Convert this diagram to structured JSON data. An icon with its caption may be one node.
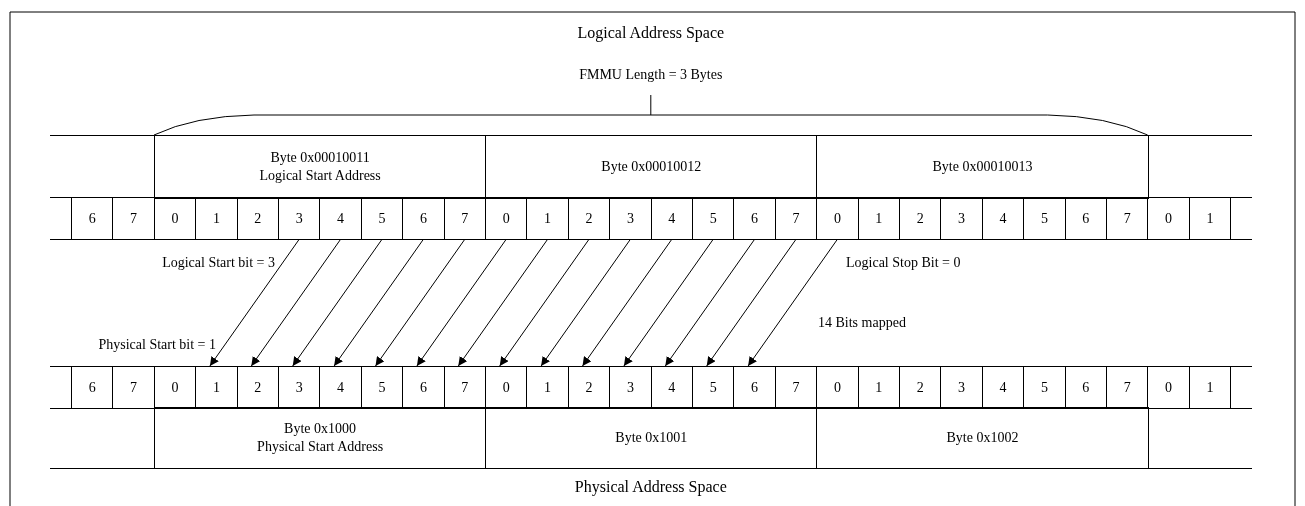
{
  "diagram": {
    "title": "Logical Address Space",
    "caption": "Physical Address Space",
    "nodes": [
      {
        "text": [
          "Byte 0x00010011",
          "Logical Start Address"
        ]
      },
      {
        "text": [
          "Byte 0x00010012"
        ]
      },
      {
        "text": [
          "Byte 0x00010013"
        ]
      },
      {
        "text": [
          "6"
        ]
      },
      {
        "text": [
          "7"
        ]
      },
      {
        "text": [
          "0"
        ]
      },
      {
        "text": [
          "1"
        ]
      },
      {
        "text": [
          "2"
        ]
      },
      {
        "text": [
          "3"
        ]
      },
      {
        "text": [
          "4"
        ]
      },
      {
        "text": [
          "5"
        ]
      },
      {
        "text": [
          "6"
        ]
      },
      {
        "text": [
          "7"
        ]
      },
      {
        "text": [
          "0"
        ]
      },
      {
        "text": [
          "1"
        ]
      },
      {
        "text": [
          "2"
        ]
      },
      {
        "text": [
          "3"
        ]
      },
      {
        "text": [
          "4"
        ]
      },
      {
        "text": [
          "5"
        ]
      },
      {
        "text": [
          "6"
        ]
      },
      {
        "text": [
          "7"
        ]
      },
      {
        "text": [
          "0"
        ]
      },
      {
        "text": [
          "1"
        ]
      },
      {
        "text": [
          "2"
        ]
      },
      {
        "text": [
          "3"
        ]
      },
      {
        "text": [
          "4"
        ]
      },
      {
        "text": [
          "5"
        ]
      },
      {
        "text": [
          "6"
        ]
      },
      {
        "text": [
          "7"
        ]
      },
      {
        "text": [
          "0"
        ]
      },
      {
        "text": [
          "1"
        ]
      },
      {
        "text": [
          "6"
        ]
      },
      {
        "text": [
          "7"
        ]
      },
      {
        "text": [
          "0"
        ]
      },
      {
        "text": [
          "1"
        ]
      },
      {
        "text": [
          "2"
        ]
      },
      {
        "text": [
          "3"
        ]
      },
      {
        "text": [
          "4"
        ]
      },
      {
        "text": [
          "5"
        ]
      },
      {
        "text": [
          "6"
        ]
      },
      {
        "text": [
          "7"
        ]
      },
      {
        "text": [
          "0"
        ]
      },
      {
        "text": [
          "1"
        ]
      },
      {
        "text": [
          "2"
        ]
      },
      {
        "text": [
          "3"
        ]
      },
      {
        "text": [
          "4"
        ]
      },
      {
        "text": [
          "5"
        ]
      },
      {
        "text": [
          "6"
        ]
      },
      {
        "text": [
          "7"
        ]
      },
      {
        "text": [
          "0"
        ]
      },
      {
        "text": [
          "1"
        ]
      },
      {
        "text": [
          "2"
        ]
      },
      {
        "text": [
          "3"
        ]
      },
      {
        "text": [
          "4"
        ]
      },
      {
        "text": [
          "5"
        ]
      },
      {
        "text": [
          "6"
        ]
      },
      {
        "text": [
          "7"
        ]
      },
      {
        "text": [
          "0"
        ]
      },
      {
        "text": [
          "1"
        ]
      },
      {
        "text": [
          "Byte 0x1000",
          "Physical Start Address"
        ]
      },
      {
        "text": [
          "Byte 0x1001"
        ]
      },
      {
        "text": [
          "Byte 0x1002"
        ]
      }
    ],
    "edges": [
      {
        "from": 8,
        "to": 34,
        "arrow": "to"
      },
      {
        "from": 9,
        "to": 35,
        "arrow": "to"
      },
      {
        "from": 10,
        "to": 36,
        "arrow": "to"
      },
      {
        "from": 11,
        "to": 37,
        "arrow": "to"
      },
      {
        "from": 12,
        "to": 38,
        "arrow": "to"
      },
      {
        "from": 13,
        "to": 39,
        "arrow": "to"
      },
      {
        "from": 14,
        "to": 40,
        "arrow": "to"
      },
      {
        "from": 15,
        "to": 41,
        "arrow": "to"
      },
      {
        "from": 16,
        "to": 42,
        "arrow": "to"
      },
      {
        "from": 17,
        "to": 43,
        "arrow": "to"
      },
      {
        "from": 18,
        "to": 44,
        "arrow": "to"
      },
      {
        "from": 19,
        "to": 45,
        "arrow": "to"
      },
      {
        "from": 20,
        "to": 46,
        "arrow": "to"
      },
      {
        "from": 21,
        "to": 47,
        "arrow": "to"
      }
    ],
    "labels": [
      "FMMU Length = 3 Bytes",
      "Logical Start bit = 3",
      "Logical Stop Bit = 0",
      "14 Bits mapped",
      "Physical Start bit = 1"
    ]
  }
}
